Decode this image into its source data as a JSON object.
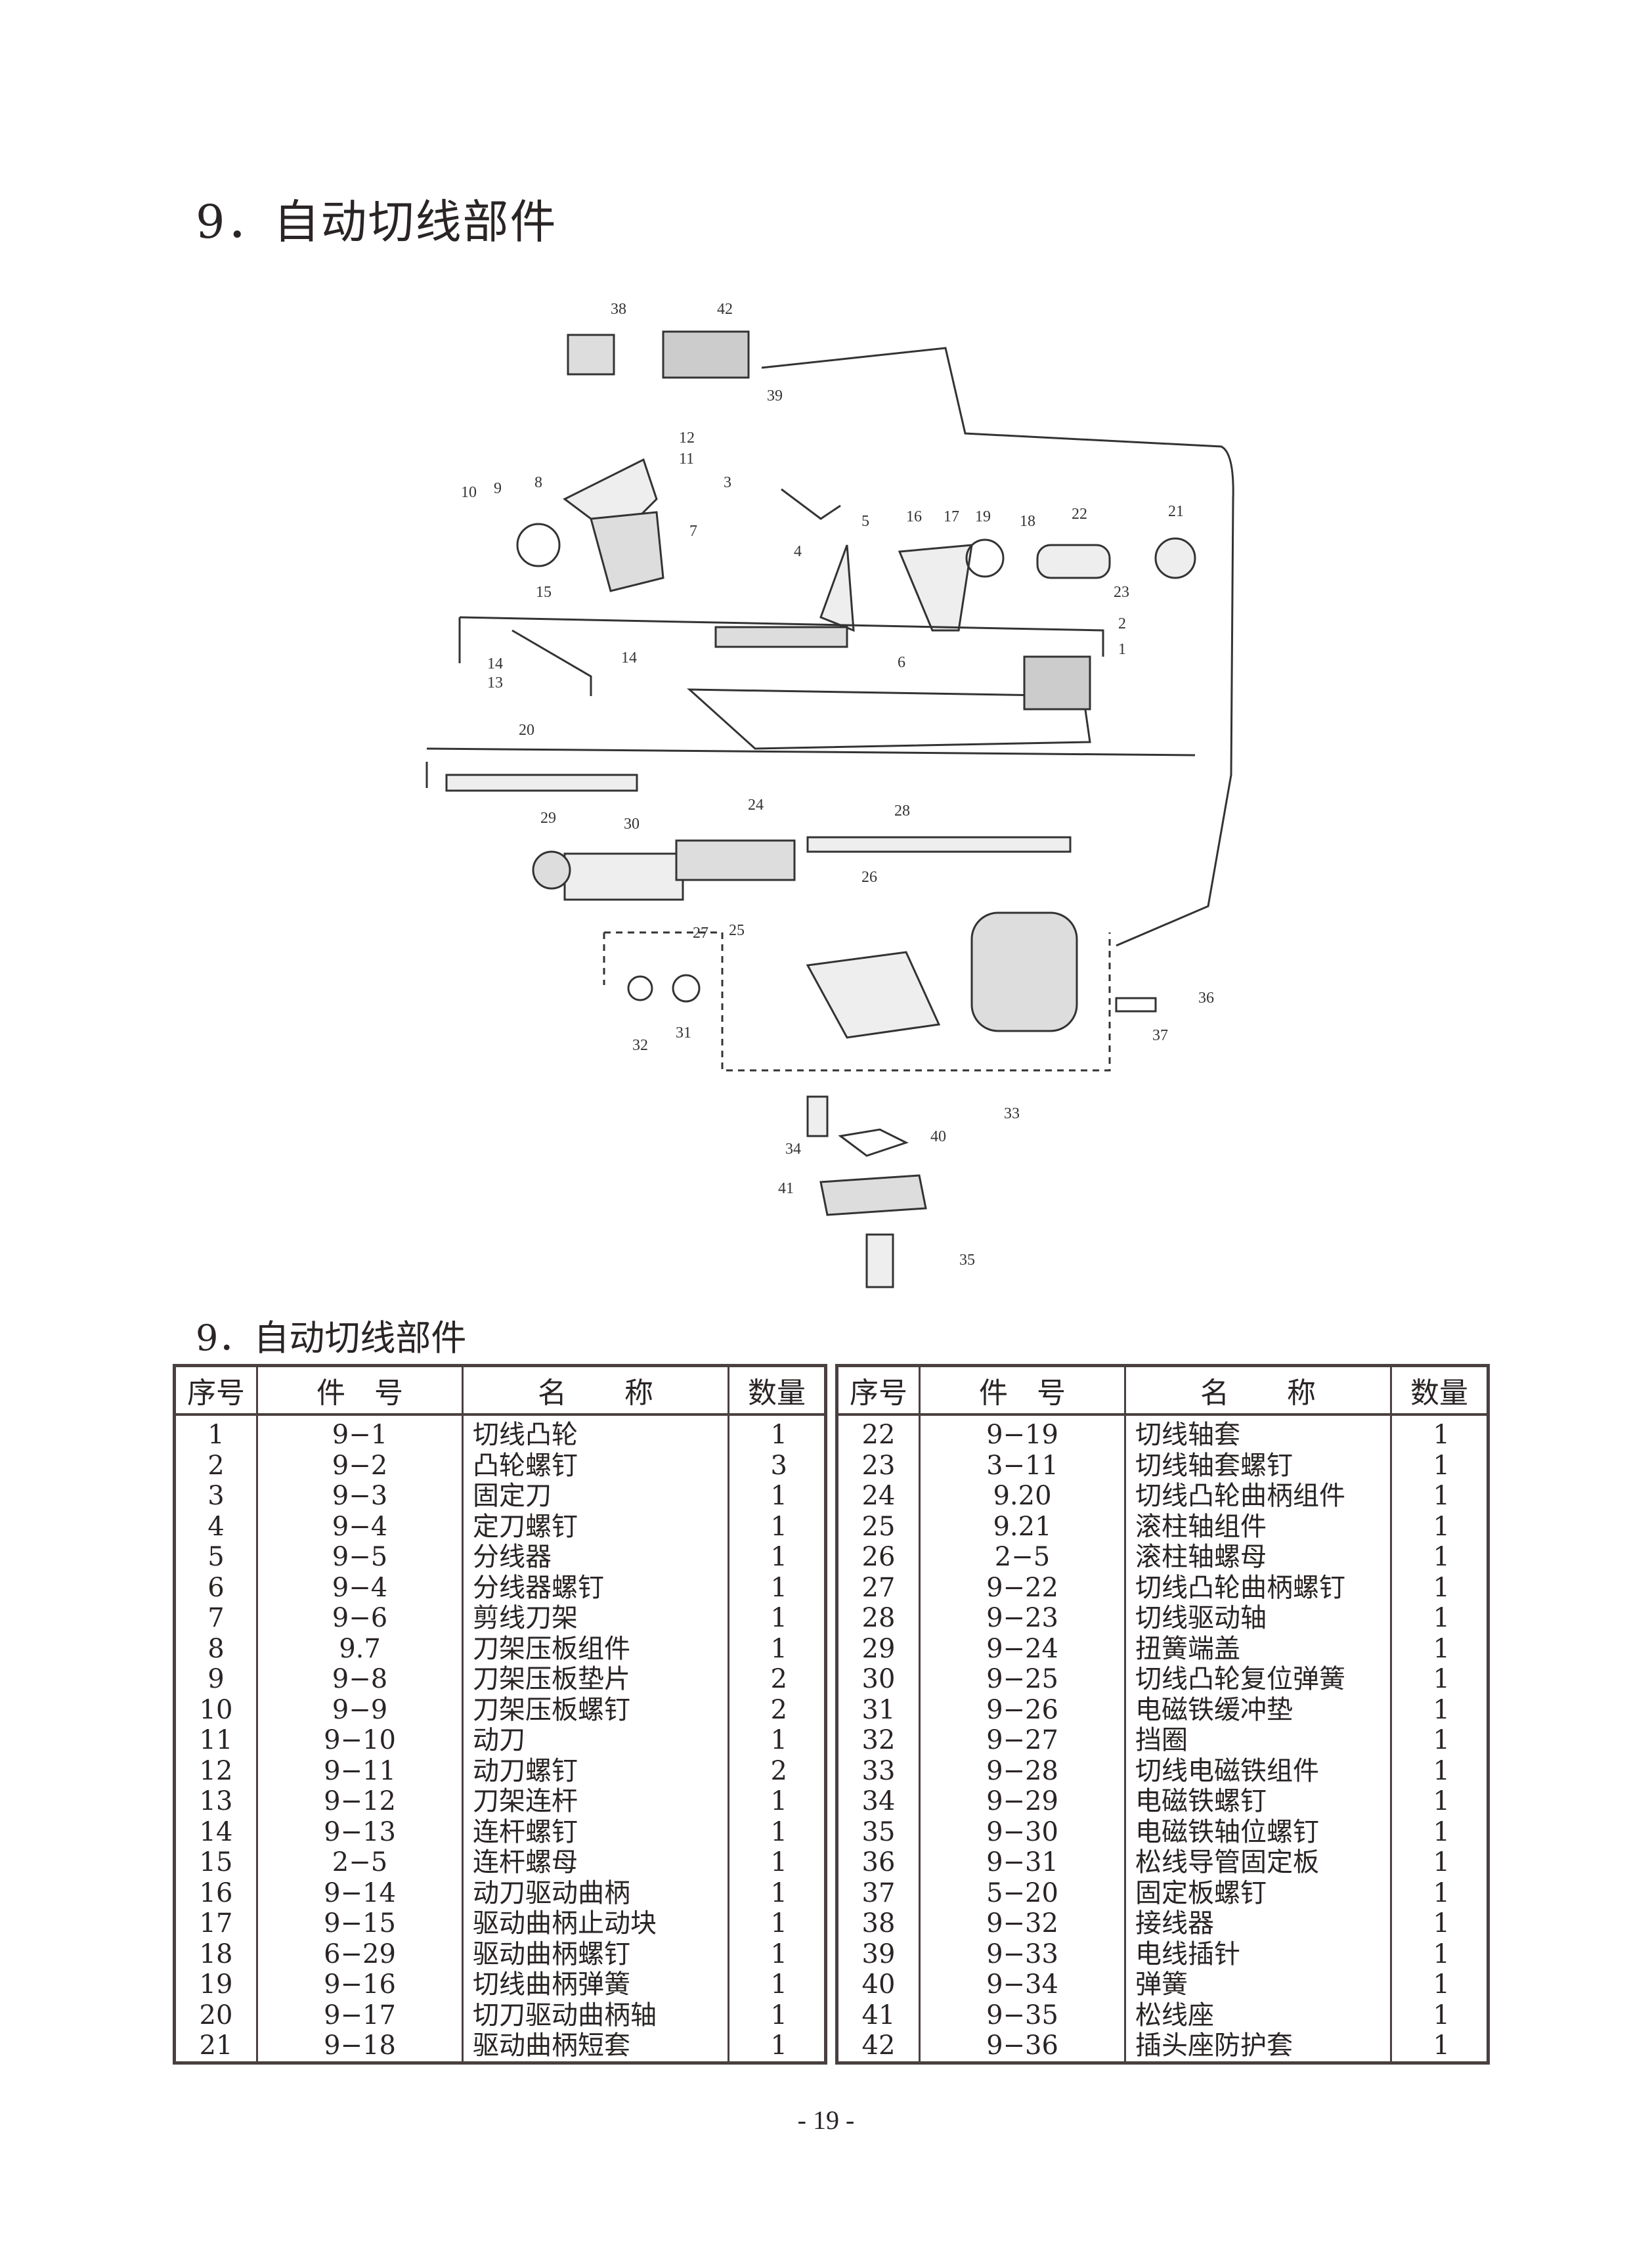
{
  "title": "9．自动切线部件",
  "subtitle": "9．自动切线部件",
  "diagram": {
    "callouts": [
      "38",
      "42",
      "39",
      "12",
      "11",
      "10",
      "9",
      "8",
      "7",
      "3",
      "5",
      "4",
      "16",
      "17",
      "19",
      "18",
      "22",
      "21",
      "23",
      "2",
      "1",
      "15",
      "6",
      "14",
      "13",
      "14",
      "20",
      "24",
      "28",
      "29",
      "30",
      "26",
      "27",
      "25",
      "36",
      "37",
      "32",
      "31",
      "33",
      "34",
      "40",
      "41",
      "35"
    ]
  },
  "table": {
    "headers": [
      "序号",
      "件　号",
      "名　　称",
      "数量"
    ],
    "left": [
      [
        "1",
        "9−1",
        "切线凸轮",
        "1"
      ],
      [
        "2",
        "9−2",
        "凸轮螺钉",
        "3"
      ],
      [
        "3",
        "9−3",
        "固定刀",
        "1"
      ],
      [
        "4",
        "9−4",
        "定刀螺钉",
        "1"
      ],
      [
        "5",
        "9−5",
        "分线器",
        "1"
      ],
      [
        "6",
        "9−4",
        "分线器螺钉",
        "1"
      ],
      [
        "7",
        "9−6",
        "剪线刀架",
        "1"
      ],
      [
        "8",
        "9.7",
        "刀架压板组件",
        "1"
      ],
      [
        "9",
        "9−8",
        "刀架压板垫片",
        "2"
      ],
      [
        "10",
        "9−9",
        "刀架压板螺钉",
        "2"
      ],
      [
        "11",
        "9−10",
        "动刀",
        "1"
      ],
      [
        "12",
        "9−11",
        "动刀螺钉",
        "2"
      ],
      [
        "13",
        "9−12",
        "刀架连杆",
        "1"
      ],
      [
        "14",
        "9−13",
        "连杆螺钉",
        "1"
      ],
      [
        "15",
        "2−5",
        "连杆螺母",
        "1"
      ],
      [
        "16",
        "9−14",
        "动刀驱动曲柄",
        "1"
      ],
      [
        "17",
        "9−15",
        "驱动曲柄止动块",
        "1"
      ],
      [
        "18",
        "6−29",
        "驱动曲柄螺钉",
        "1"
      ],
      [
        "19",
        "9−16",
        "切线曲柄弹簧",
        "1"
      ],
      [
        "20",
        "9−17",
        "切刀驱动曲柄轴",
        "1"
      ],
      [
        "21",
        "9−18",
        "驱动曲柄短套",
        "1"
      ]
    ],
    "right": [
      [
        "22",
        "9−19",
        "切线轴套",
        "1"
      ],
      [
        "23",
        "3−11",
        "切线轴套螺钉",
        "1"
      ],
      [
        "24",
        "9.20",
        "切线凸轮曲柄组件",
        "1"
      ],
      [
        "25",
        "9.21",
        "滚柱轴组件",
        "1"
      ],
      [
        "26",
        "2−5",
        "滚柱轴螺母",
        "1"
      ],
      [
        "27",
        "9−22",
        "切线凸轮曲柄螺钉",
        "1"
      ],
      [
        "28",
        "9−23",
        "切线驱动轴",
        "1"
      ],
      [
        "29",
        "9−24",
        "扭簧端盖",
        "1"
      ],
      [
        "30",
        "9−25",
        "切线凸轮复位弹簧",
        "1"
      ],
      [
        "31",
        "9−26",
        "电磁铁缓冲垫",
        "1"
      ],
      [
        "32",
        "9−27",
        "挡圈",
        "1"
      ],
      [
        "33",
        "9−28",
        "切线电磁铁组件",
        "1"
      ],
      [
        "34",
        "9−29",
        "电磁铁螺钉",
        "1"
      ],
      [
        "35",
        "9−30",
        "电磁铁轴位螺钉",
        "1"
      ],
      [
        "36",
        "9−31",
        "松线导管固定板",
        "1"
      ],
      [
        "37",
        "5−20",
        "固定板螺钉",
        "1"
      ],
      [
        "38",
        "9−32",
        "接线器",
        "1"
      ],
      [
        "39",
        "9−33",
        "电线插针",
        "1"
      ],
      [
        "40",
        "9−34",
        "弹簧",
        "1"
      ],
      [
        "41",
        "9−35",
        "松线座",
        "1"
      ],
      [
        "42",
        "9−36",
        "插头座防护套",
        "1"
      ]
    ]
  },
  "page_number": "- 19 -"
}
